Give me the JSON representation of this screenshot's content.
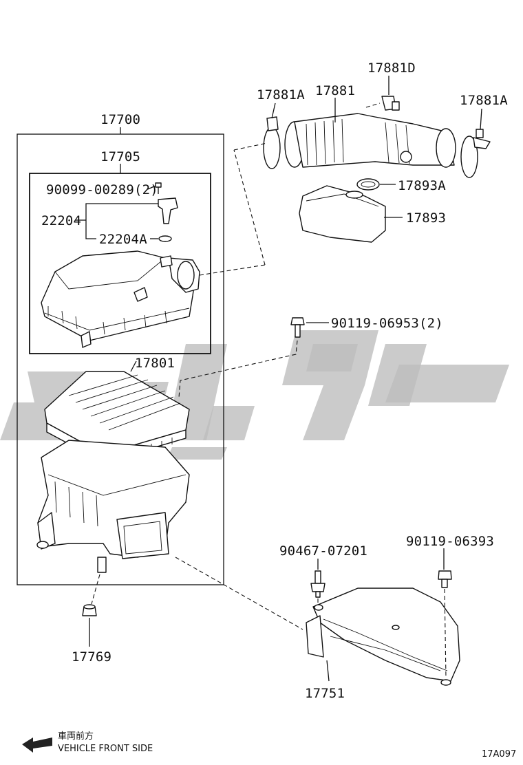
{
  "diagram": {
    "part_labels": {
      "p17700": "17700",
      "p17705": "17705",
      "p90099": "90099-00289(2)",
      "p22204": "22204",
      "p22204A": "22204A",
      "p17801": "17801",
      "p17769": "17769",
      "p17881A_left": "17881A",
      "p17881": "17881",
      "p17881D": "17881D",
      "p17881A_right": "17881A",
      "p17893A": "17893A",
      "p17893": "17893",
      "p90119_06953": "90119-06953(2)",
      "p90467": "90467-07201",
      "p90119_06393": "90119-06393",
      "p17751": "17751"
    },
    "direction_label_jp": "車両前方",
    "direction_label_en": "VEHICLE FRONT SIDE",
    "figure_code": "17A097"
  }
}
